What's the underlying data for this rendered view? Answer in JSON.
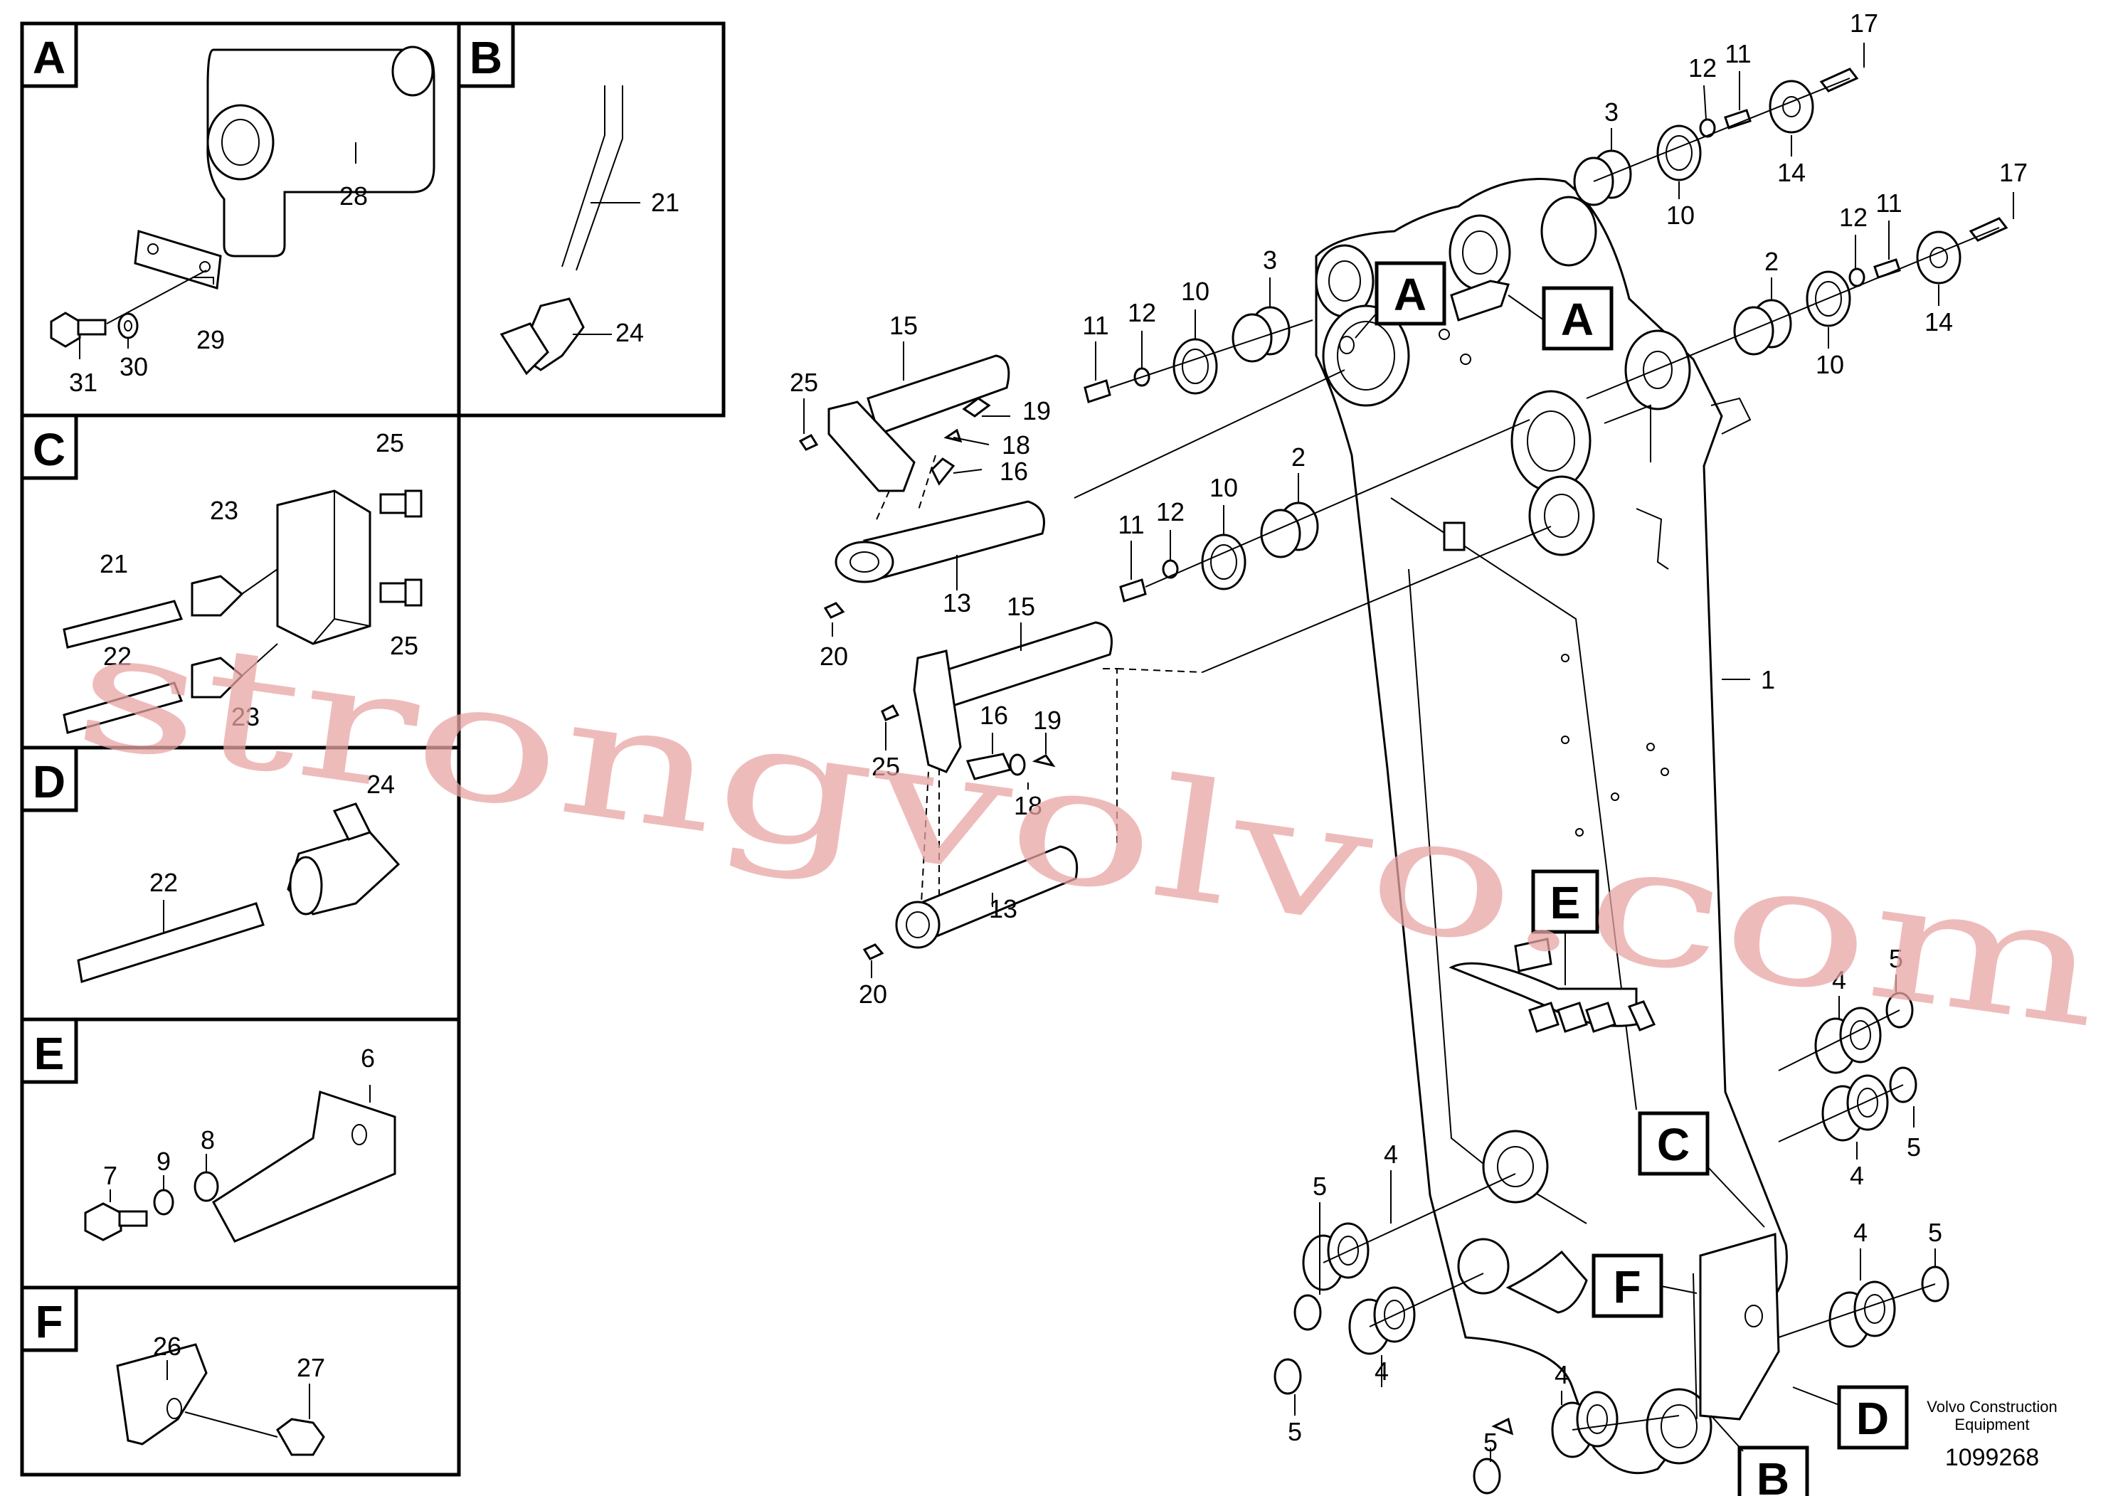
{
  "panels": [
    {
      "id": "A",
      "letter": "A",
      "labels": [
        "28",
        "29",
        "31",
        "30"
      ]
    },
    {
      "id": "B",
      "letter": "B",
      "labels": [
        "21",
        "24"
      ]
    },
    {
      "id": "C",
      "letter": "C",
      "labels": [
        "25",
        "23",
        "21",
        "22",
        "25",
        "23"
      ]
    },
    {
      "id": "D",
      "letter": "D",
      "labels": [
        "24",
        "22"
      ]
    },
    {
      "id": "E",
      "letter": "E",
      "labels": [
        "6",
        "9",
        "8",
        "7"
      ]
    },
    {
      "id": "F",
      "letter": "F",
      "labels": [
        "26",
        "27"
      ]
    }
  ],
  "main_labels": [
    "17",
    "12",
    "11",
    "3",
    "10",
    "14",
    "17",
    "12",
    "11",
    "2",
    "10",
    "14",
    "15",
    "19",
    "18",
    "16",
    "25",
    "13",
    "20",
    "11",
    "12",
    "10",
    "3",
    "11",
    "12",
    "10",
    "2",
    "1",
    "15",
    "16",
    "19",
    "18",
    "25",
    "13",
    "20",
    "4",
    "5",
    "4",
    "5",
    "5",
    "4",
    "5",
    "4",
    "5",
    "4",
    "5",
    "4",
    "4",
    "5"
  ],
  "callouts": [
    "A",
    "A",
    "E",
    "C",
    "F",
    "B",
    "D"
  ],
  "footer": {
    "brand_line1": "Volvo Construction",
    "brand_line2": "Equipment",
    "doc_number": "1099268"
  },
  "watermark": "strongvolvo.com",
  "colors": {
    "line": "#000000",
    "watermark": "#e9a5a5",
    "background": "#ffffff"
  }
}
